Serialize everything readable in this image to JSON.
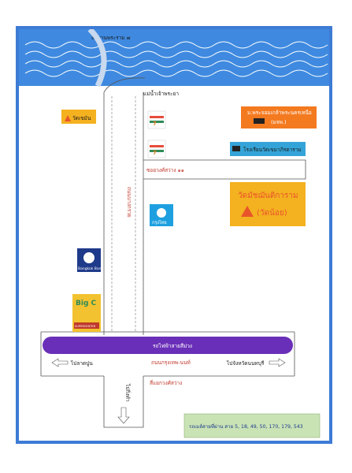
{
  "bridge_label": "สะพานพระราม ๗",
  "river_label": "แม่น้ำเจ้าพระยา",
  "roads": {
    "vertical_main": "ถนนบางกรวย",
    "soi_11": "ซอยวงศ์สว่าง ๑๑",
    "prachanukrol": "ถนนกรุงเทพ-นนท์",
    "intersection": "สี่แยกวงศ์สว่าง",
    "purple_line": "รถไฟฟ้าสายสีม่วง"
  },
  "pois": {
    "wat_left": "วัดเขมัน",
    "university": "ม.พระจอมเกล้าพระนครเหนือ",
    "university_abbr": "(มจพ.)",
    "school": "โรงเรียนวัดเขมาภิรตาราม",
    "temple_name": "วัดมัชฌันติการาม",
    "temple_sub": "(วัดน้อย)",
    "seven_eleven_1": "7-ELEVEN",
    "seven_eleven_2": "7-ELEVEN",
    "krungthai": "กรุงไทย",
    "bangkok_bank": "Bangkok Bank",
    "bigc": "Big C",
    "bigc_sub": "SUPERCENTER"
  },
  "directions": {
    "left": "ไปลาดปูน",
    "right": "ไปจังหวัดนนทบุรี",
    "down": "ไปกิ่งทำ"
  },
  "bus_box": {
    "label": "รถเมล์สายที่ผ่าน  สาย 5, 18, 49, 50, 170, 179, 543"
  },
  "colors": {
    "river": "#3f8ae0",
    "frame": "#3d7bd5",
    "purple_line": "#6a2fb8",
    "university_box": "#f47a20",
    "temple_box": "#f4b120",
    "school_box": "#34a4d8",
    "bus_box": "#c9e3b5"
  }
}
